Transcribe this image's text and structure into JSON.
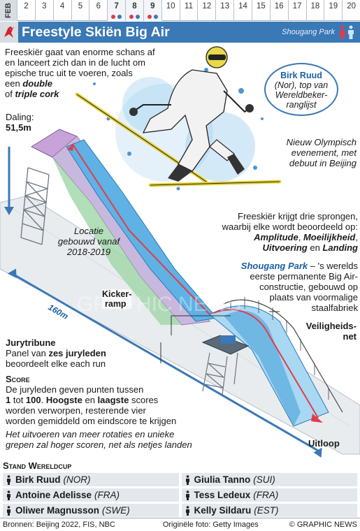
{
  "header": {
    "month_label": "FEB",
    "days": [
      "2",
      "3",
      "4",
      "5",
      "6",
      "7",
      "8",
      "9",
      "10",
      "11",
      "12",
      "13",
      "14",
      "15",
      "16",
      "17",
      "18",
      "19",
      "20"
    ],
    "active_days": [
      "7",
      "8",
      "9"
    ],
    "title": "Freestyle Skiën Big Air",
    "venue": "Shougang Park",
    "colors": {
      "title_bg": "#3a78b6",
      "female_dot": "#e23b4a",
      "male_dot": "#3a78b6"
    }
  },
  "intro": {
    "line1": "Freeskiër gaat van enorme schans af",
    "line2": "en lanceert zich dan in de lucht om",
    "line3": "epische truc uit te voeren, zoals",
    "line4_a": "een ",
    "line4_b": "double",
    "line5_a": "of ",
    "line5_b": "triple cork"
  },
  "athlete_callout": {
    "name": "Birk Ruud",
    "line2": "(Nor), top van",
    "line3": "Wereldbeker-",
    "line4": "ranglijst"
  },
  "drop": {
    "label": "Daling:",
    "value": "51,5m"
  },
  "new_event": {
    "line1": "Nieuw Olympisch",
    "line2": "evenement, met",
    "line3": "debuut in Beijing"
  },
  "location_note": {
    "line1": "Locatie",
    "line2": "gebouwd vanaf",
    "line3": "2018-2019"
  },
  "jumps": {
    "line1": "Freeskiër krijgt drie sprongen,",
    "line2": "waarbij elke wordt beoordeeld op:",
    "c1": "Amplitude",
    "c2": "Moeilijkheid",
    "c3": "Uitvoering",
    "and": " en ",
    "c4": "Landing"
  },
  "shougang": {
    "name": "Shougang Park",
    "line1_rest": " – 's werelds",
    "line2": "eerste permanente Big Air-",
    "line3": "constructie, gebouwd op",
    "line4": "plaats van voormalige",
    "line5": "staalfabriek"
  },
  "labels": {
    "kicker1": "Kicker-",
    "kicker2": "ramp",
    "length": "160m",
    "safety1": "Veiligheids-",
    "safety2": "net",
    "outrun": "Uitloop",
    "watermark": "GRAPHIC NEWS"
  },
  "judges": {
    "title": "Jurytribune",
    "line1_a": "Panel van ",
    "line1_b": "zes juryleden",
    "line2": "beoordeelt elke each run"
  },
  "score": {
    "title": "Score",
    "line1": "De juryleden geven punten tussen",
    "line2_a": "1",
    "line2_b": " tot ",
    "line2_c": "100",
    "line2_d": ". ",
    "line2_e": "Hoogste",
    "line2_f": " en ",
    "line2_g": "laagste",
    "line2_h": " scores",
    "line3": "worden verworpen, resterende vier",
    "line4": "worden gemiddeld om eindscore te krijgen",
    "note1": "Het uitvoeren van meer rotaties en unieke",
    "note2": "grepen zal hoger scoren, net als netjes landen"
  },
  "standings": {
    "title": "Stand Wereldcup",
    "men": [
      {
        "name": "Birk Ruud",
        "nat": "(NOR)"
      },
      {
        "name": "Antoine Adelisse",
        "nat": "(FRA)"
      },
      {
        "name": "Oliwer Magnusson",
        "nat": "(SWE)"
      }
    ],
    "women": [
      {
        "name": "Giulia Tanno",
        "nat": "(SUI)"
      },
      {
        "name": "Tess Ledeux",
        "nat": "(FRA)"
      },
      {
        "name": "Kelly Sildaru",
        "nat": "(EST)"
      }
    ]
  },
  "footer": {
    "sources": "Bronnen: Beijing 2022, FIS, NBC",
    "photo": "Originële foto: Getty Images",
    "credit": "© GRAPHIC NEWS"
  }
}
